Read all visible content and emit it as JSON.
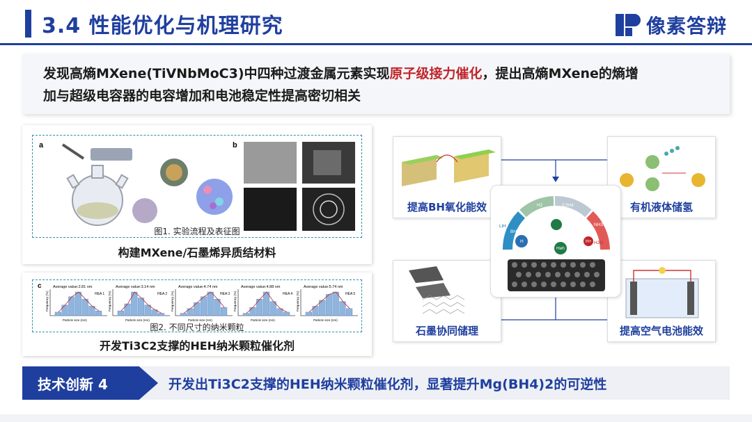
{
  "header": {
    "title": "3.4  性能优化与机理研究",
    "logo_text": "像素答辩"
  },
  "intro": {
    "line1_pre": "发现高熵MXene(TiVNbMoC3)中四种过渡金属元素实现",
    "line1_highlight": "原子级接力催化",
    "line1_post": "，提出高熵MXene的熵增",
    "line2": "加与超级电容器的电容增加和电池稳定性提高密切相关"
  },
  "left_top": {
    "figure_caption": "图1. 实验流程及表征图",
    "panel_caption": "构建MXene/石墨烯异质结材料",
    "letter_a": "a",
    "letter_b": "b"
  },
  "left_bottom": {
    "figure_caption": "图2. 不同尺寸的纳米颗粒",
    "panel_caption": "开发Ti3C2支撑的HEH纳米颗粒催化剂",
    "letter_c": "c",
    "histograms": [
      {
        "avg": "Average value:2.81 nm",
        "tag": "HEA 1",
        "bars": [
          0.15,
          0.45,
          0.8,
          1.0,
          0.7,
          0.4,
          0.2
        ]
      },
      {
        "avg": "Average value:3.14 nm",
        "tag": "HEA 2",
        "bars": [
          0.2,
          0.5,
          1.0,
          0.75,
          0.45,
          0.25,
          0.1
        ]
      },
      {
        "avg": "Average value:4.74 nm",
        "tag": "HEA 3",
        "bars": [
          0.1,
          0.3,
          0.55,
          0.8,
          1.0,
          0.7,
          0.35
        ]
      },
      {
        "avg": "Average value:4.88 nm",
        "tag": "HEA 4",
        "bars": [
          0.1,
          0.35,
          0.7,
          1.0,
          0.6,
          0.3,
          0.15
        ]
      },
      {
        "avg": "Average value:5.74 nm",
        "tag": "HEA 5",
        "bars": [
          0.15,
          0.4,
          0.65,
          0.9,
          1.0,
          0.6,
          0.3
        ]
      }
    ],
    "xlabel": "Particle size (nm)",
    "ylabel": "Frequency (%)"
  },
  "right": {
    "tl_label": "提高BH氧化能效",
    "tr_label": "有机液体储氢",
    "bl_label": "石墨协同储理",
    "br_label": "提高空气电池能效",
    "arc_labels": [
      "BH4",
      "H2",
      "C2H4",
      "NH3",
      "H2O",
      "LiH",
      "H",
      "Heh",
      "H+"
    ]
  },
  "footer": {
    "tag": "技术创新 4",
    "text": "开发出Ti3C2支撑的HEH纳米颗粒催化剂，显著提升Mg(BH4)2的可逆性"
  },
  "colors": {
    "brand": "#1f3f9f",
    "highlight": "#c0262b",
    "dash": "#2d8fb0"
  }
}
